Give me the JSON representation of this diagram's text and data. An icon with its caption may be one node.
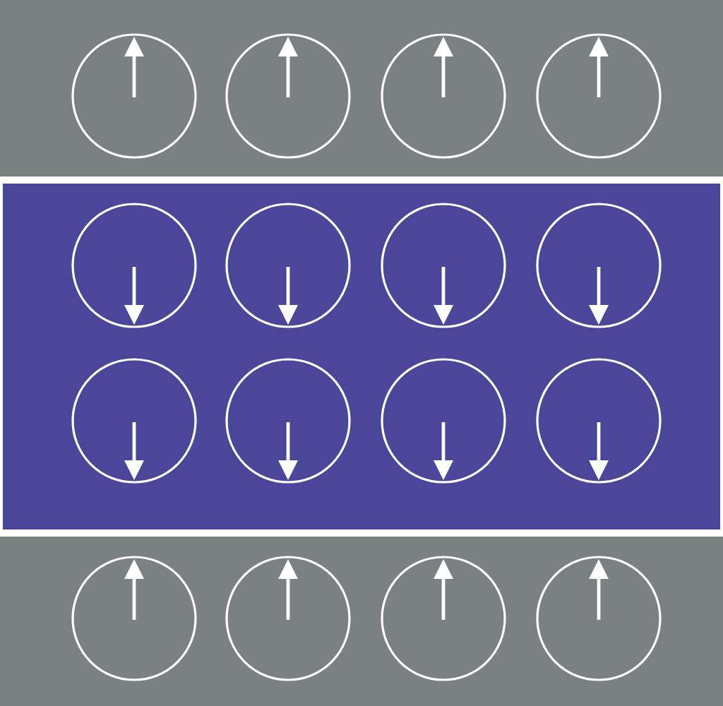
{
  "diagram": {
    "nodes": [
      {
        "text": [],
        "shape": "box"
      },
      {
        "text": [],
        "shape": "circle",
        "in": 0
      },
      {
        "text": [],
        "shape": "circle",
        "in": 0
      },
      {
        "text": [],
        "shape": "circle",
        "in": 0
      },
      {
        "text": [],
        "shape": "circle",
        "in": 0
      },
      {
        "text": [],
        "shape": "box"
      },
      {
        "text": [],
        "shape": "circle",
        "in": 5
      },
      {
        "text": [],
        "shape": "circle",
        "in": 5
      },
      {
        "text": [],
        "shape": "circle",
        "in": 5
      },
      {
        "text": [],
        "shape": "circle",
        "in": 5
      },
      {
        "text": [],
        "shape": "circle",
        "in": 5
      },
      {
        "text": [],
        "shape": "circle",
        "in": 5
      },
      {
        "text": [],
        "shape": "circle",
        "in": 5
      },
      {
        "text": [],
        "shape": "circle",
        "in": 5
      },
      {
        "text": [],
        "shape": "box"
      },
      {
        "text": [],
        "shape": "circle",
        "in": 14
      },
      {
        "text": [],
        "shape": "circle",
        "in": 14
      },
      {
        "text": [],
        "shape": "circle",
        "in": 14
      },
      {
        "text": [],
        "shape": "circle",
        "in": 14
      }
    ]
  }
}
